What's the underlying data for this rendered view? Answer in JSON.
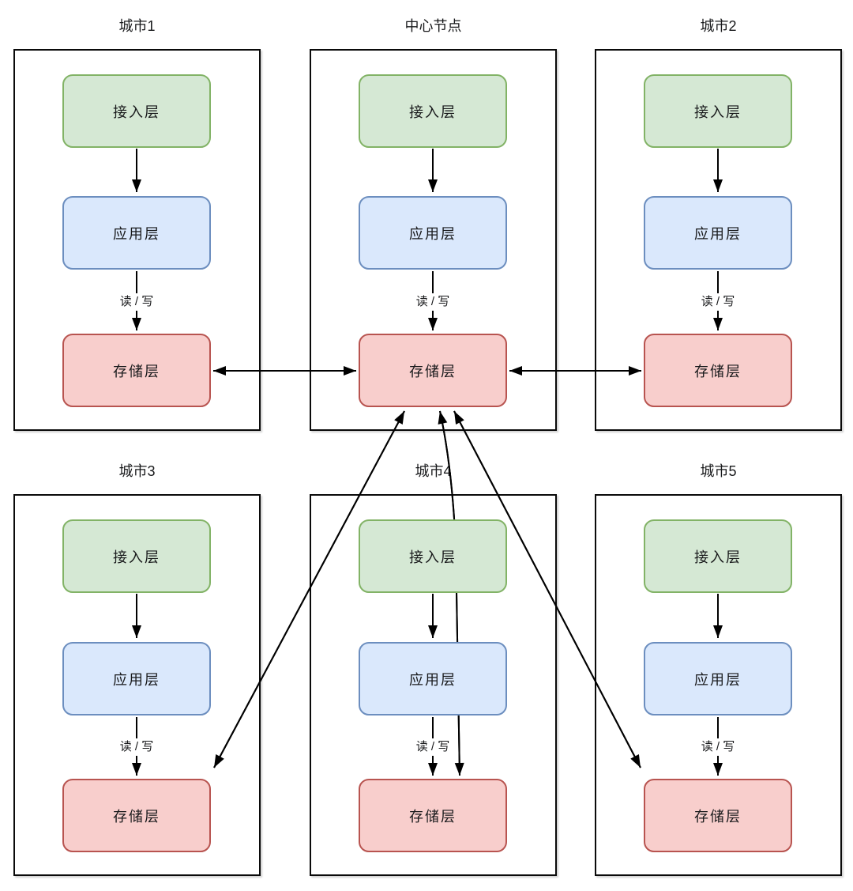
{
  "diagram": {
    "type": "hub-and-spoke-architecture",
    "groups": [
      {
        "id": "city1",
        "title": "城市1"
      },
      {
        "id": "center",
        "title": "中心节点"
      },
      {
        "id": "city2",
        "title": "城市2"
      },
      {
        "id": "city3",
        "title": "城市3"
      },
      {
        "id": "city4",
        "title": "城市4"
      },
      {
        "id": "city5",
        "title": "城市5"
      }
    ],
    "layers": [
      {
        "name": "接入层",
        "fill": "#d5e8d4",
        "stroke": "#82b366"
      },
      {
        "name": "应用层",
        "fill": "#dae8fc",
        "stroke": "#6c8ebf"
      },
      {
        "name": "存储层",
        "fill": "#f8cecc",
        "stroke": "#b85450"
      }
    ],
    "labels": {
      "read_write": "读 / 写"
    },
    "edges": {
      "internal_per_group": [
        "接入层 → 应用层",
        "应用层 → 存储层 (读 / 写)"
      ],
      "sync_bidirectional": [
        "城市1.存储层 ↔ 中心节点.存储层",
        "城市2.存储层 ↔ 中心节点.存储层",
        "城市3.存储层 ↔ 中心节点.存储层",
        "城市4.存储层 ↔ 中心节点.存储层",
        "城市5.存储层 ↔ 中心节点.存储层"
      ]
    },
    "colors": {
      "line": "#000000",
      "frame_border": "#0a0a0a",
      "background": "#ffffff",
      "text": "#18191b"
    }
  }
}
